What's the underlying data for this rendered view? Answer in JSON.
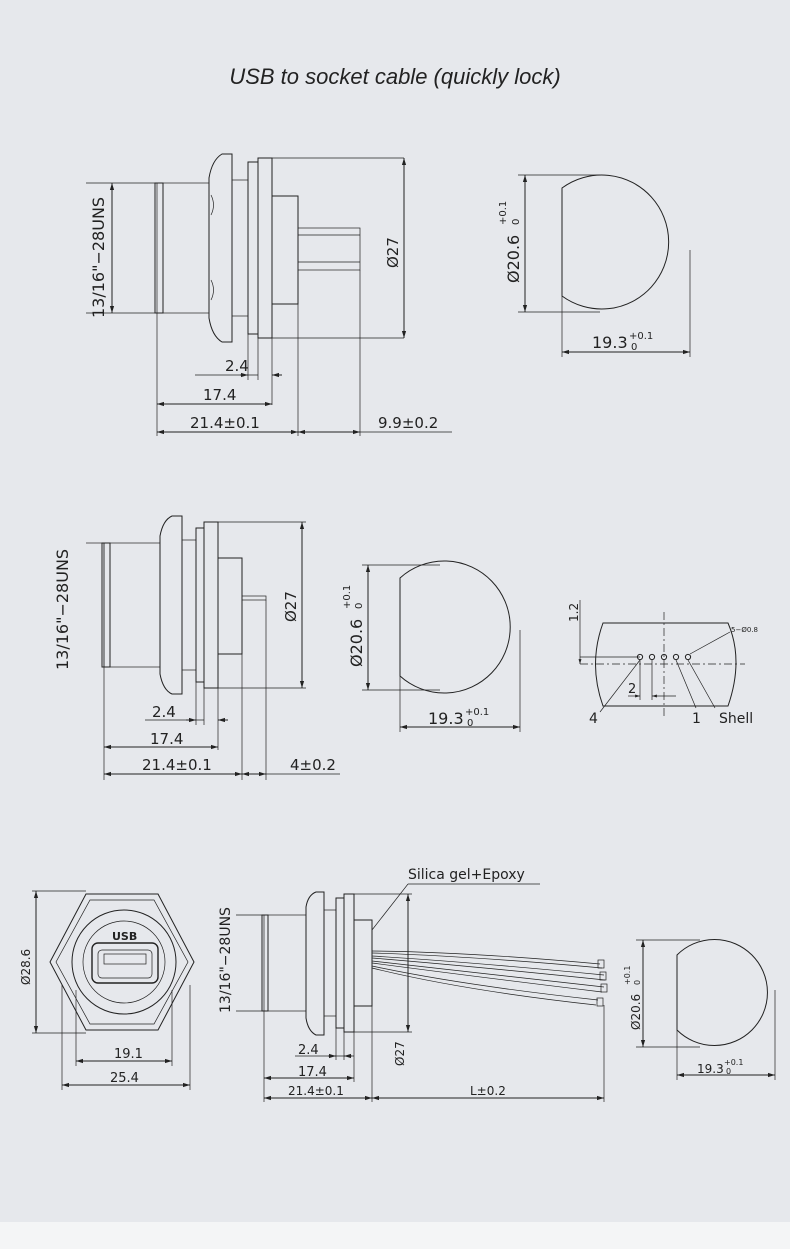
{
  "title": "USB to socket cable (quickly lock)",
  "views": {
    "top": {
      "thread": "13/16\"−28UNS",
      "d_panel": "2.4",
      "d_body": "17.4",
      "d_total": "21.4±0.1",
      "d_pin": "9.9±0.2",
      "dia": "Ø27",
      "cut_dia": "Ø20.6",
      "cut_dia_tol_upper": "+0.1",
      "cut_dia_tol_lower": "0",
      "cut_width": "19.3",
      "cut_width_tol_upper": "+0.1",
      "cut_width_tol_lower": "0"
    },
    "middle": {
      "thread": "13/16\"−28UNS",
      "d_panel": "2.4",
      "d_body": "17.4",
      "d_total": "21.4±0.1",
      "d_pin": "4±0.2",
      "dia": "Ø27",
      "cut_dia": "Ø20.6",
      "cut_dia_tol_upper": "+0.1",
      "cut_dia_tol_lower": "0",
      "cut_width": "19.3",
      "cut_width_tol_upper": "+0.1",
      "cut_width_tol_lower": "0",
      "pcb": {
        "offset": "1.2",
        "pitch": "2",
        "holes": "5−Ø0.8",
        "pin4": "4",
        "pin1": "1",
        "shell": "Shell"
      }
    },
    "bottom": {
      "front_logo": "USB",
      "front_hex": "Ø28.6",
      "front_inner": "19.1",
      "front_outer": "25.4",
      "gel": "Silica  gel+Epoxy",
      "thread": "13/16\"−28UNS",
      "d_panel": "2.4",
      "d_body": "17.4",
      "d_total": "21.4±0.1",
      "d_cable": "L±0.2",
      "dia": "Ø27",
      "cut_dia": "Ø20.6",
      "cut_dia_tol_upper": "+0.1",
      "cut_dia_tol_lower": "0",
      "cut_width": "19.3",
      "cut_width_tol_upper": "+0.1",
      "cut_width_tol_lower": "0"
    }
  }
}
